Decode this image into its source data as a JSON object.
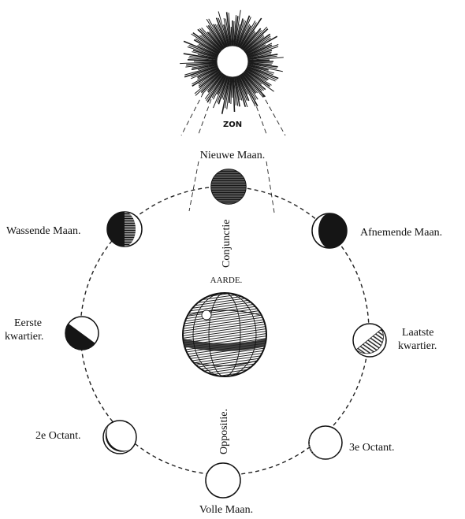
{
  "sun": {
    "label": "ZON"
  },
  "earth": {
    "label": "AARDE."
  },
  "axis": {
    "top": "Conjunctie",
    "bottom": "Oppositie."
  },
  "phases": [
    {
      "key": "nieuwe-maan",
      "lines": [
        "Nieuwe Maan."
      ]
    },
    {
      "key": "wassende-maan",
      "lines": [
        "Wassende Maan."
      ]
    },
    {
      "key": "afnemende-maan",
      "lines": [
        "Afnemende Maan."
      ]
    },
    {
      "key": "eerste-kwartier",
      "lines": [
        "Eerste",
        "kwartier."
      ]
    },
    {
      "key": "laatste-kwartier",
      "lines": [
        "Laatste",
        "kwartier."
      ]
    },
    {
      "key": "2e-octant",
      "lines": [
        "2e Octant."
      ]
    },
    {
      "key": "3e-octant",
      "lines": [
        "3e Octant."
      ]
    },
    {
      "key": "volle-maan",
      "lines": [
        "Volle Maan."
      ]
    }
  ],
  "colors": {
    "ink": "#111111",
    "paper": "#ffffff"
  }
}
